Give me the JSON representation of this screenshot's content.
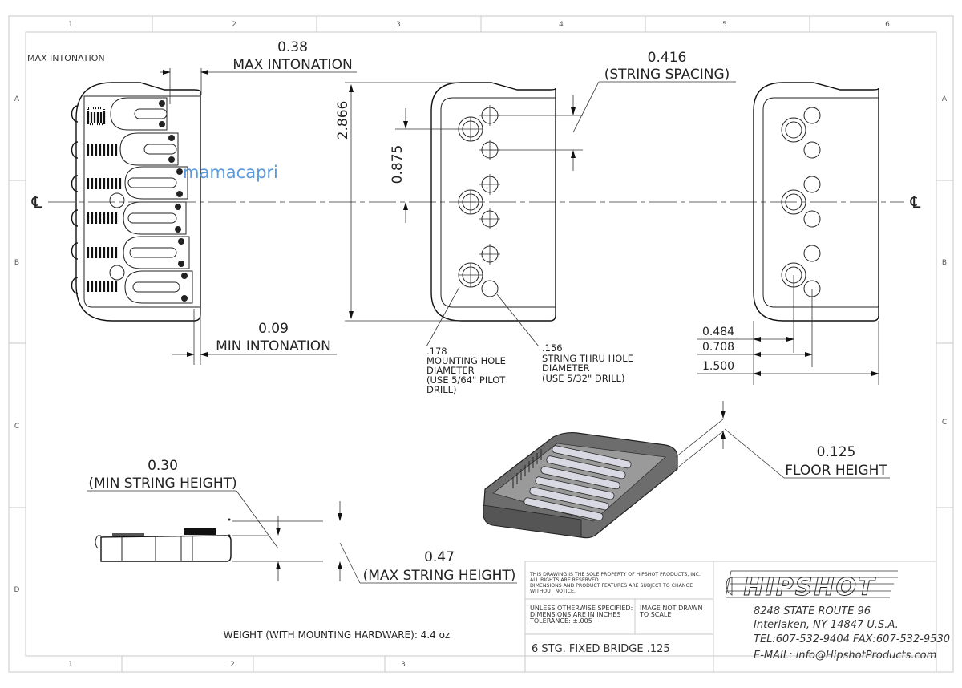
{
  "sheet": {
    "column_labels": [
      "1",
      "2",
      "3",
      "4",
      "5",
      "6"
    ],
    "row_labels": [
      "A",
      "B",
      "C",
      "D"
    ],
    "border_color": "#c8c8c8"
  },
  "views": {
    "top_view": {
      "label": "MAX INTONATION",
      "centerline_symbol": "℄",
      "max_intonation": {
        "value": "0.38",
        "label": "MAX INTONATION"
      },
      "min_intonation": {
        "value": "0.09",
        "label": "MIN INTONATION"
      }
    },
    "bottom_view": {
      "overall_length": "2.866",
      "mount_hole_spacing": "0.875",
      "string_spacing": {
        "value": "0.416",
        "label": "(STRING SPACING)"
      },
      "mounting_hole": {
        "value": ".178",
        "lines": [
          "MOUNTING HOLE",
          "DIAMETER",
          "(USE 5/64\" PILOT",
          "DRILL)"
        ]
      },
      "string_thru_hole": {
        "value": ".156",
        "lines": [
          "STRING THRU HOLE",
          "DIAMETER",
          "(USE 5/32\" DRILL)"
        ]
      }
    },
    "right_view": {
      "centerline_symbol": "℄",
      "dims": [
        "0.484",
        "0.708",
        "1.500"
      ]
    },
    "side_view": {
      "min_string_height": {
        "value": "0.30",
        "label": "(MIN STRING HEIGHT)"
      },
      "max_string_height": {
        "value": "0.47",
        "label": "(MAX STRING HEIGHT)"
      }
    },
    "iso_view": {
      "floor_height": {
        "value": "0.125",
        "label": "FLOOR HEIGHT"
      }
    }
  },
  "weight_note": "WEIGHT (WITH MOUNTING HARDWARE): 4.4 oz",
  "watermark": "mamacapri",
  "title_block": {
    "property_notice": [
      "THIS DRAWING IS THE SOLE PROPERTY OF HIPSHOT PRODUCTS, INC.",
      "ALL RIGHTS ARE RESERVED.",
      "DIMENSIONS AND PRODUCT FEATURES ARE SUBJECT TO CHANGE",
      "WITHOUT NOTICE."
    ],
    "spec_notice": [
      "UNLESS OTHERWISE SPECIFIED:",
      "DIMENSIONS ARE IN INCHES",
      "TOLERANCE: ±.005"
    ],
    "scale_notice": [
      "IMAGE NOT DRAWN",
      "TO SCALE"
    ],
    "part_title": "6 STG. FIXED BRIDGE .125",
    "logo_text": "HIPSHOT",
    "address": [
      "8248 STATE ROUTE 96",
      "Interlaken, NY 14847 U.S.A.",
      "TEL:607-532-9404 FAX:607-532-9530",
      "E-MAIL: info@HipshotProducts.com"
    ]
  }
}
